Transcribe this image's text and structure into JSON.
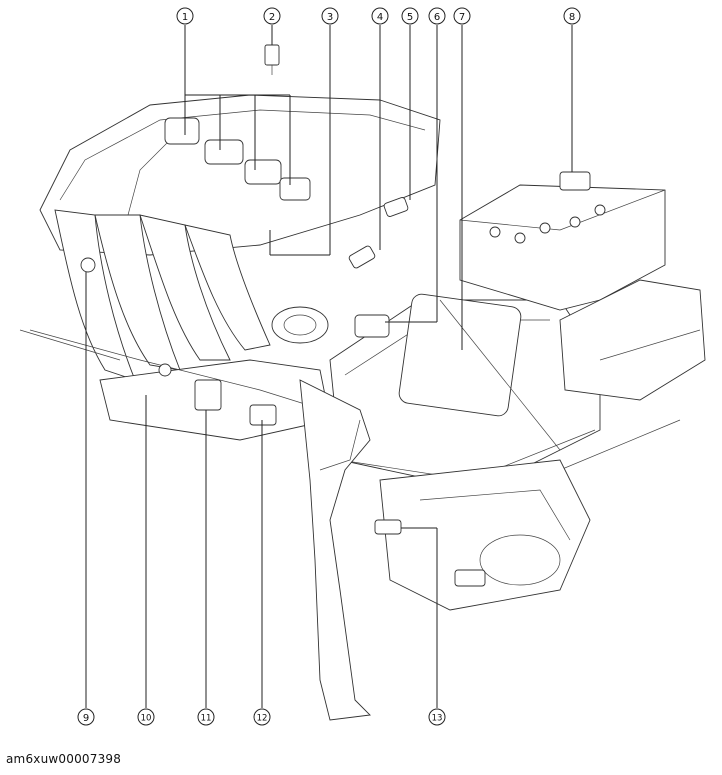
{
  "callouts": [
    {
      "id": "1",
      "label": "1"
    },
    {
      "id": "2",
      "label": "2"
    },
    {
      "id": "3",
      "label": "3"
    },
    {
      "id": "4",
      "label": "4"
    },
    {
      "id": "5",
      "label": "5"
    },
    {
      "id": "6",
      "label": "6"
    },
    {
      "id": "7",
      "label": "7"
    },
    {
      "id": "8",
      "label": "8"
    },
    {
      "id": "9",
      "label": "9"
    },
    {
      "id": "10",
      "label": "10"
    },
    {
      "id": "11",
      "label": "11"
    },
    {
      "id": "12",
      "label": "12"
    },
    {
      "id": "13",
      "label": "13"
    }
  ],
  "caption": "am6xuw00007398"
}
